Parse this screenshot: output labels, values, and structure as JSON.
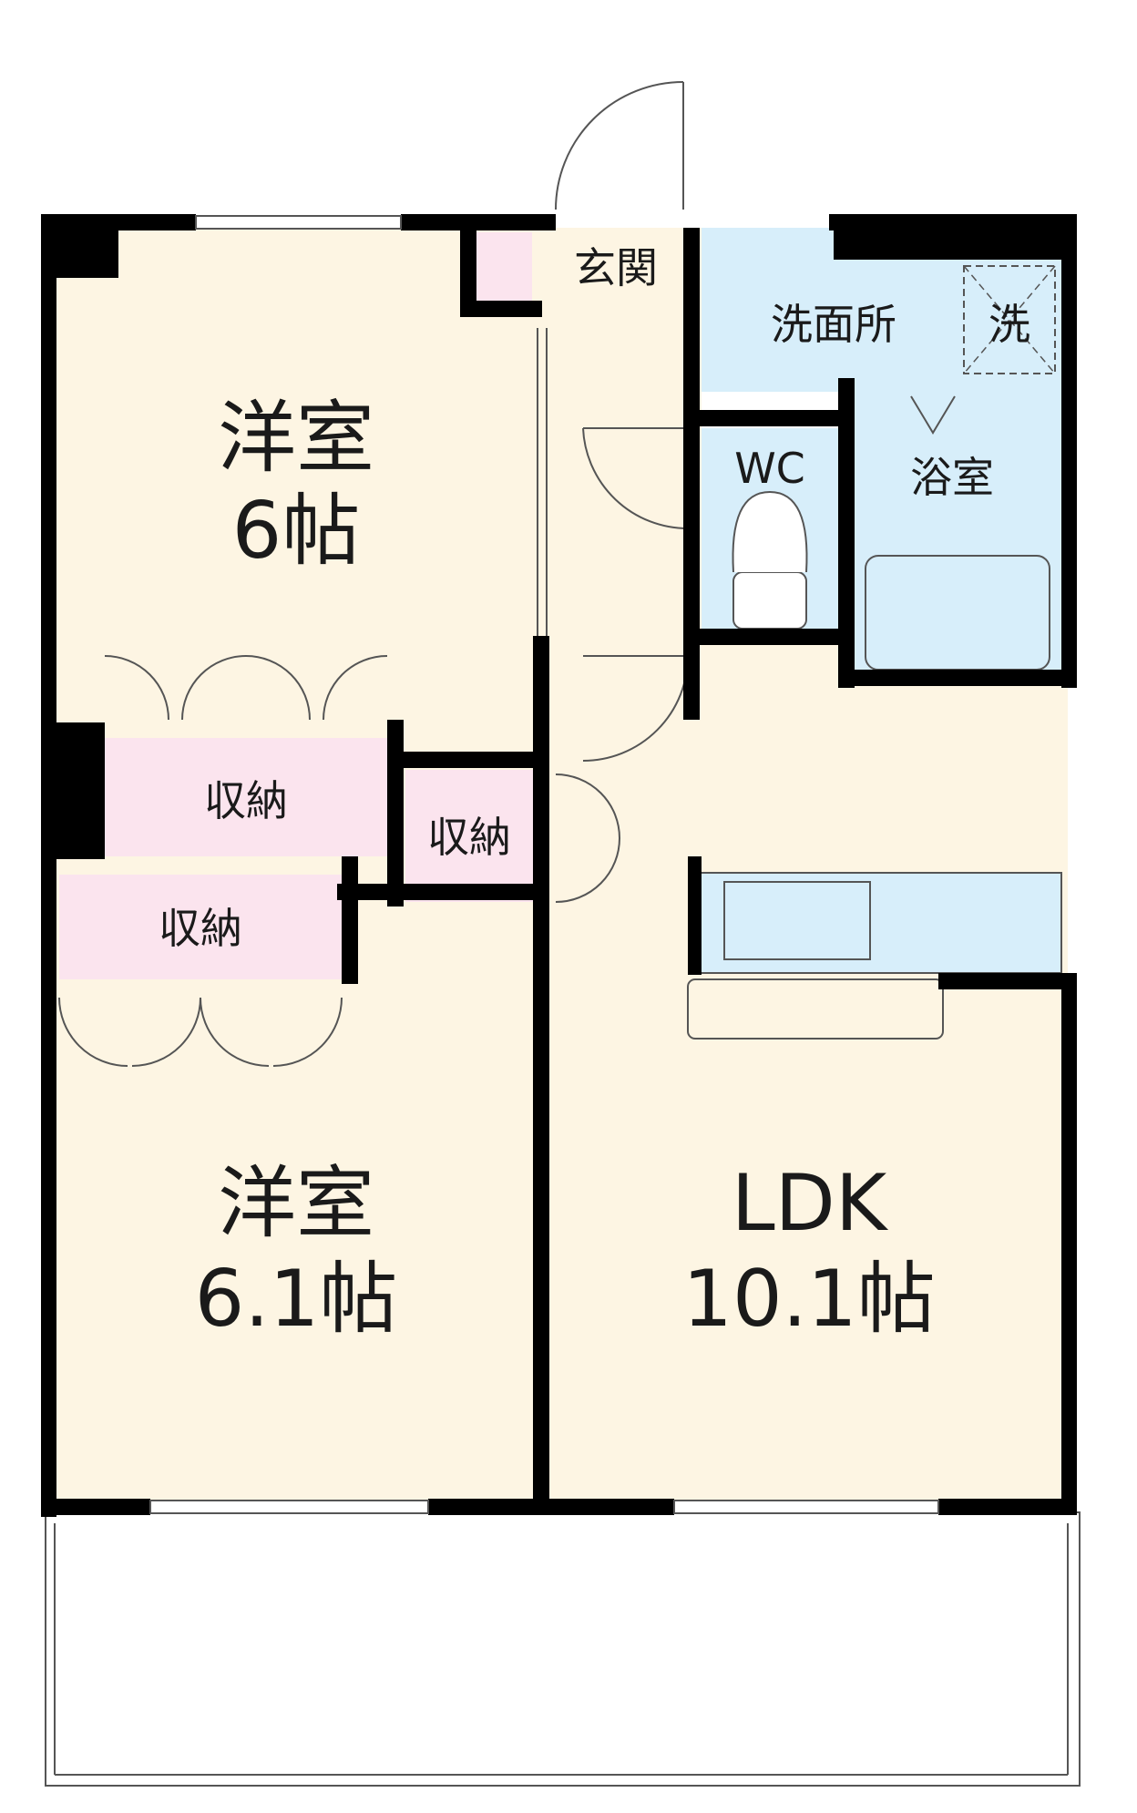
{
  "rooms": {
    "western_room_1": {
      "name": "洋室",
      "size": "6帖"
    },
    "western_room_2": {
      "name": "洋室",
      "size": "6.1帖"
    },
    "ldk": {
      "name": "LDK",
      "size": "10.1帖"
    },
    "entrance": {
      "name": "玄関"
    },
    "washroom": {
      "name": "洗面所"
    },
    "washer": {
      "name": "洗"
    },
    "toilet": {
      "name": "WC"
    },
    "bathroom": {
      "name": "浴室"
    },
    "storage_1": {
      "name": "収納"
    },
    "storage_2": {
      "name": "収納"
    },
    "storage_3": {
      "name": "収納"
    }
  },
  "colors": {
    "room_floor": "#fdf5e3",
    "storage_fill": "#fbe4ee",
    "wet_area_fill": "#d7eefa",
    "wall": "#000000",
    "line": "#555555"
  }
}
